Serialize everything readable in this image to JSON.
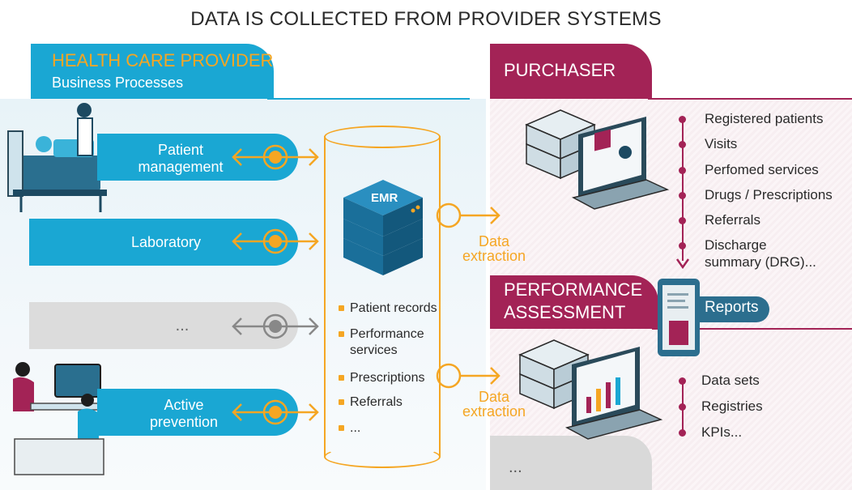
{
  "title": "DATA IS COLLECTED FROM PROVIDER SYSTEMS",
  "provider": {
    "title": "HEALTH CARE PROVIDER",
    "subtitle": "Business Processes",
    "processes": [
      {
        "label_line1": "Patient",
        "label_line2": "management"
      },
      {
        "label_line1": "Laboratory",
        "label_line2": ""
      },
      {
        "label_line1": "...",
        "label_line2": ""
      },
      {
        "label_line1": "Active",
        "label_line2": "prevention"
      }
    ]
  },
  "emr": {
    "label": "EMR",
    "items": [
      "Patient records",
      "Performance",
      "services",
      "Prescriptions",
      "Referrals",
      "..."
    ]
  },
  "extraction": {
    "top_line1": "Data",
    "top_line2": "extraction",
    "bottom_line1": "Data",
    "bottom_line2": "extraction"
  },
  "purchaser": {
    "title": "PURCHASER",
    "items": [
      "Registered patients",
      "Visits",
      "Perfomed services",
      "Drugs / Prescriptions",
      "Referrals",
      "Discharge",
      "summary (DRG)..."
    ]
  },
  "performance": {
    "title_line1": "PERFORMANCE",
    "title_line2": "ASSESSMENT",
    "reports_label": "Reports",
    "items": [
      "Data sets",
      "Registries",
      "KPIs..."
    ],
    "more": "..."
  },
  "colors": {
    "provider_blue": "#1aa7d3",
    "orange": "#f5a623",
    "purchaser_maroon": "#a32356",
    "reports_teal": "#2c6e8e",
    "gray": "#dcdcdc"
  }
}
